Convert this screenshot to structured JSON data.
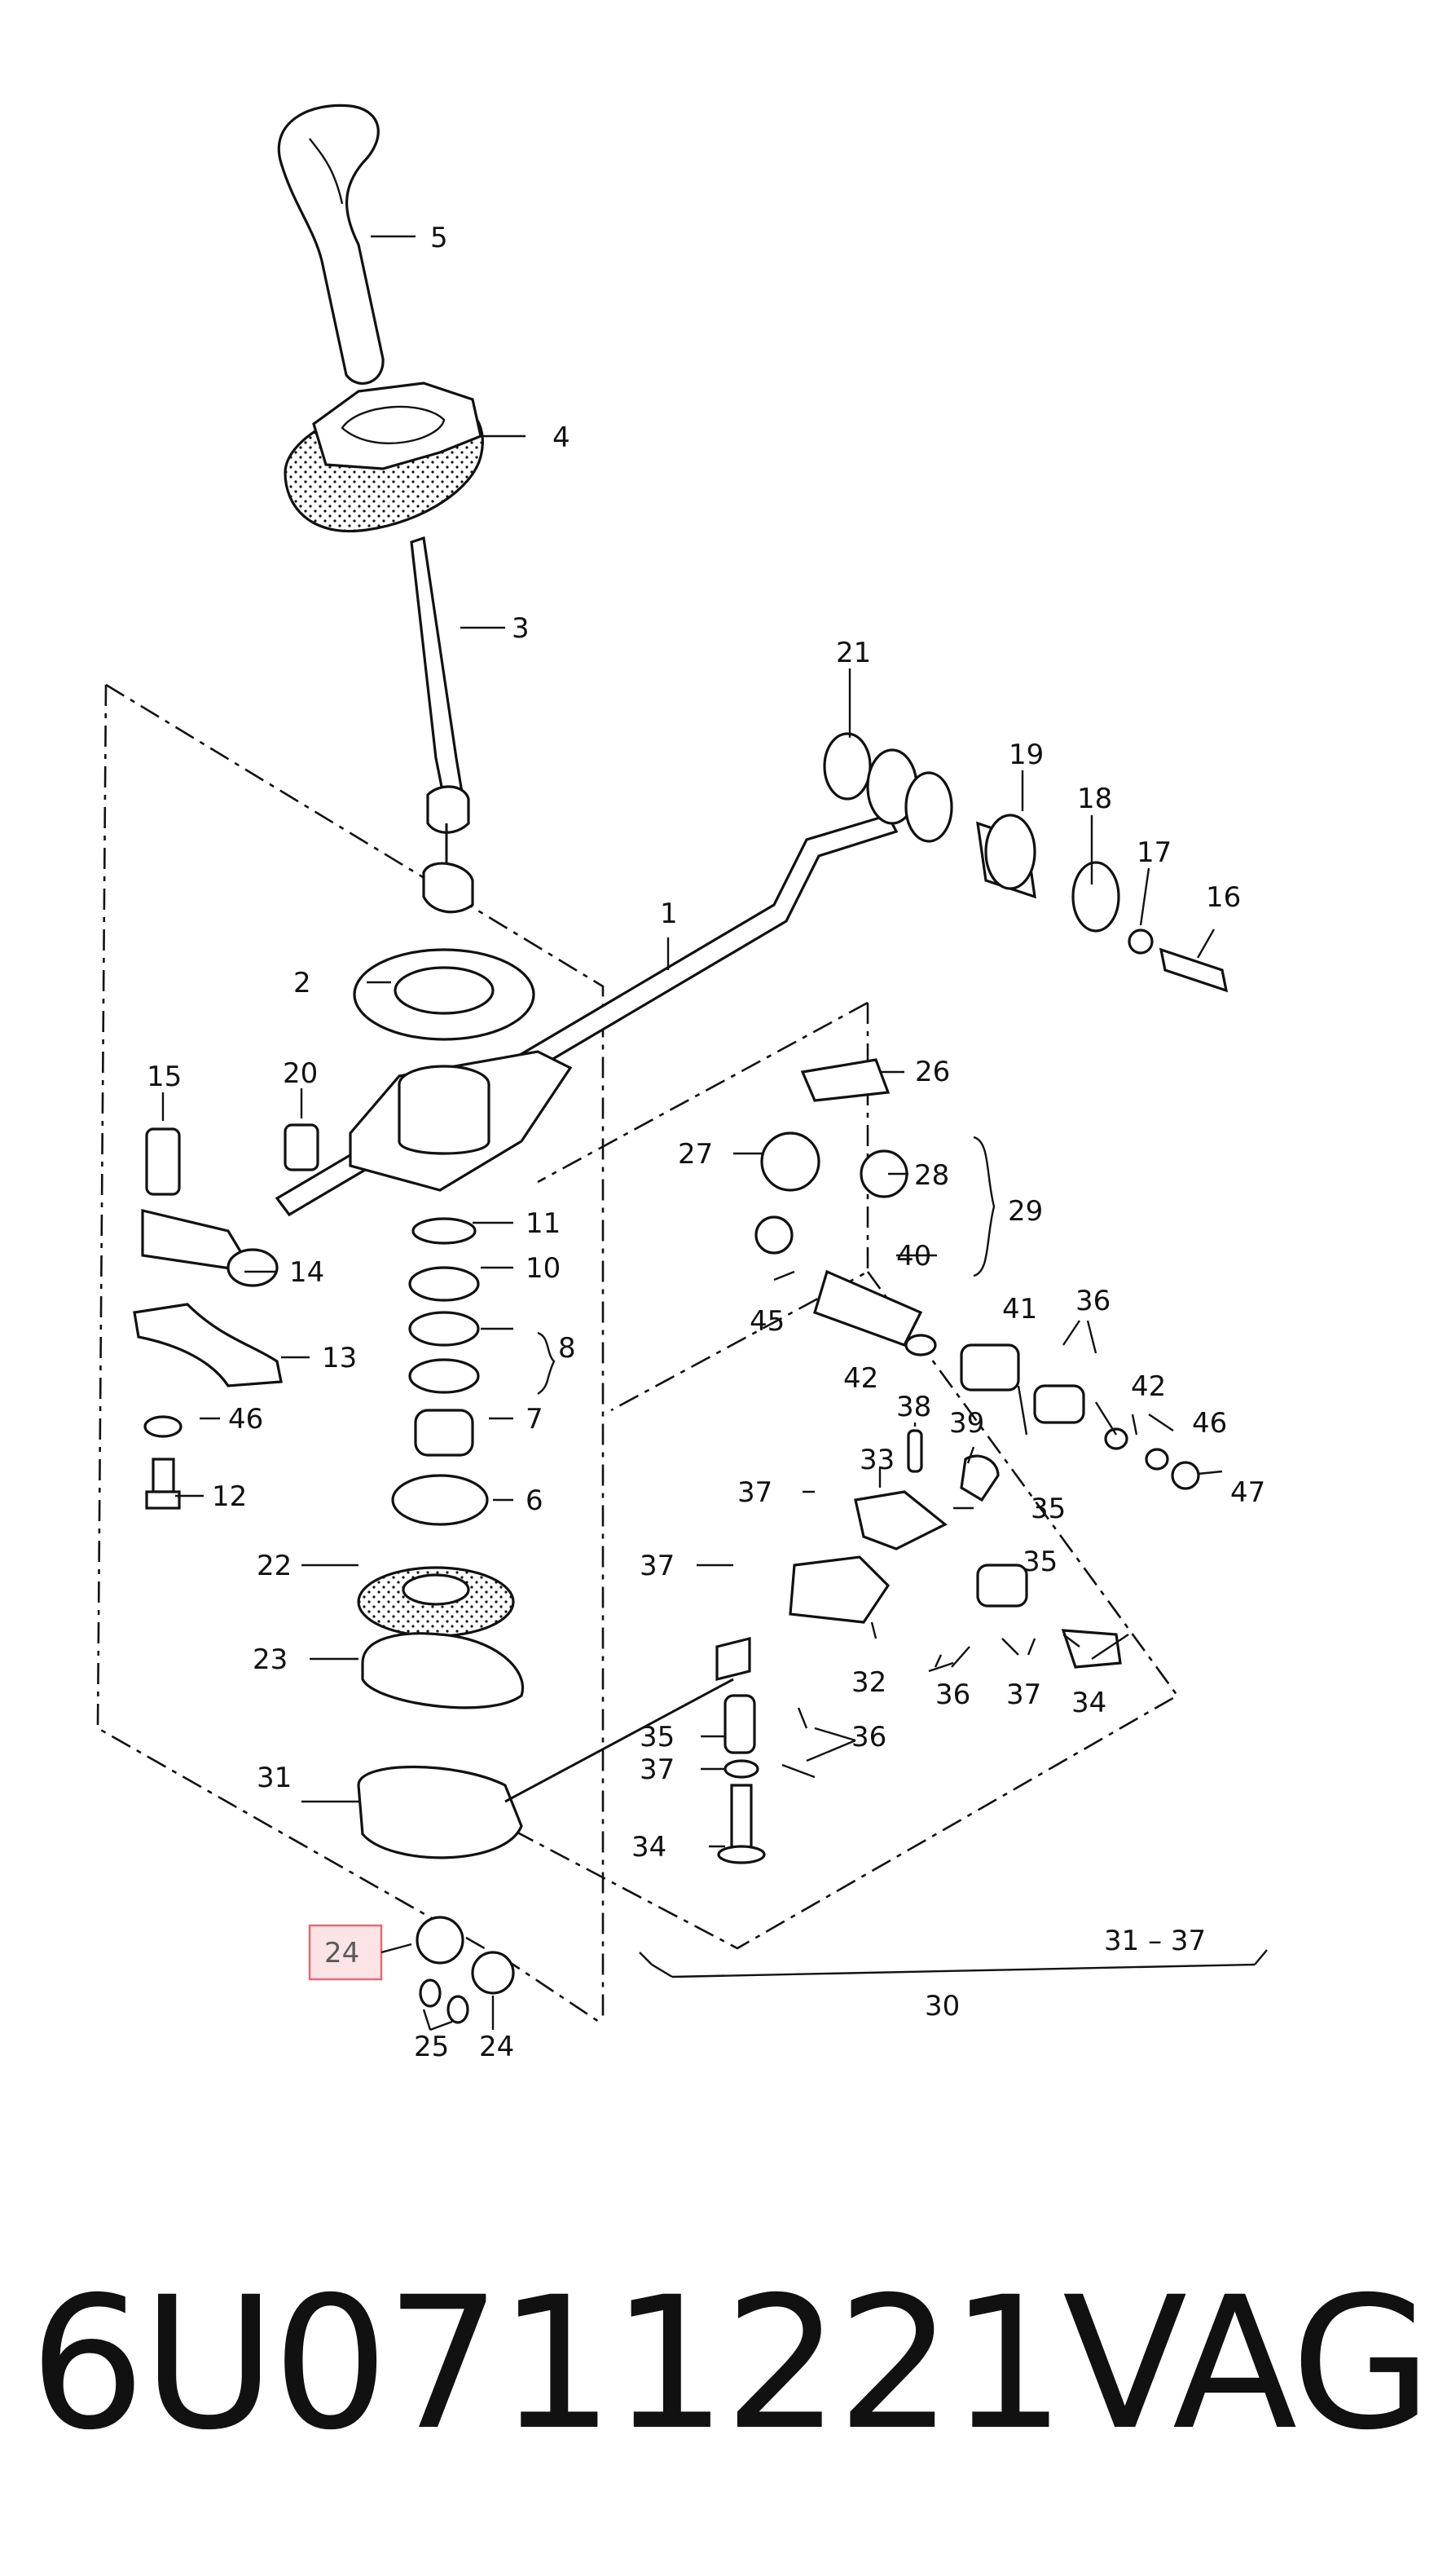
{
  "highlight_callout": "24",
  "callouts": [
    "5",
    "4",
    "3",
    "21",
    "19",
    "18",
    "17",
    "16",
    "1",
    "2",
    "15",
    "20",
    "26",
    "27",
    "28",
    "29",
    "11",
    "10",
    "8",
    "14",
    "13",
    "40",
    "45",
    "41",
    "42",
    "36",
    "46",
    "7",
    "12",
    "6",
    "39",
    "38",
    "33",
    "37",
    "47",
    "35",
    "22",
    "32",
    "23",
    "34",
    "31",
    "30",
    "31 – 37",
    "25"
  ],
  "footer": {
    "part_number": "6U0711221",
    "brand": "VAG"
  }
}
